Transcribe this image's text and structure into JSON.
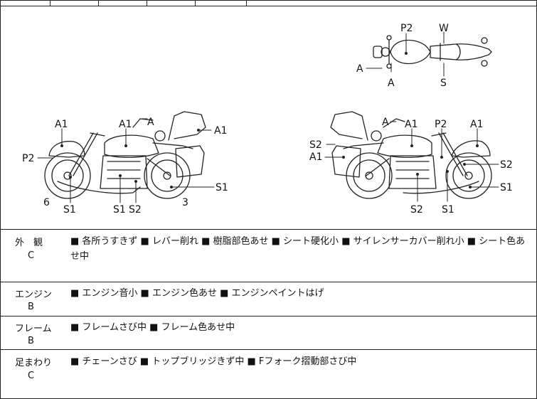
{
  "diagram": {
    "top_view": {
      "labels": [
        "P2",
        "W",
        "A",
        "A",
        "S"
      ]
    },
    "left_view": {
      "labels": [
        "A1",
        "A1",
        "A",
        "A1",
        "P2",
        "6",
        "S1",
        "S1",
        "S2",
        "3",
        "S1"
      ]
    },
    "right_view": {
      "labels": [
        "A",
        "A1",
        "P2",
        "A1",
        "S2",
        "A1",
        "S2",
        "S1",
        "S2",
        "S1"
      ]
    }
  },
  "rows": [
    {
      "category": "外　観",
      "grade": "C",
      "remarks": "■ 各所うすきず ■ レバー削れ ■ 樹脂部色あせ ■ シート硬化小 ■ サイレンサーカバー削れ小 ■ シート色あせ中"
    },
    {
      "category": "エンジン",
      "grade": "B",
      "remarks": "■ エンジン音小 ■ エンジン色あせ ■ エンジンペイントはげ"
    },
    {
      "category": "フレーム",
      "grade": "B",
      "remarks": "■ フレームさび中 ■ フレーム色あせ中"
    },
    {
      "category": "足まわり",
      "grade": "C",
      "remarks": "■ チェーンさび ■ トップブリッジきず中 ■ Fフォーク摺動部さび中"
    }
  ]
}
